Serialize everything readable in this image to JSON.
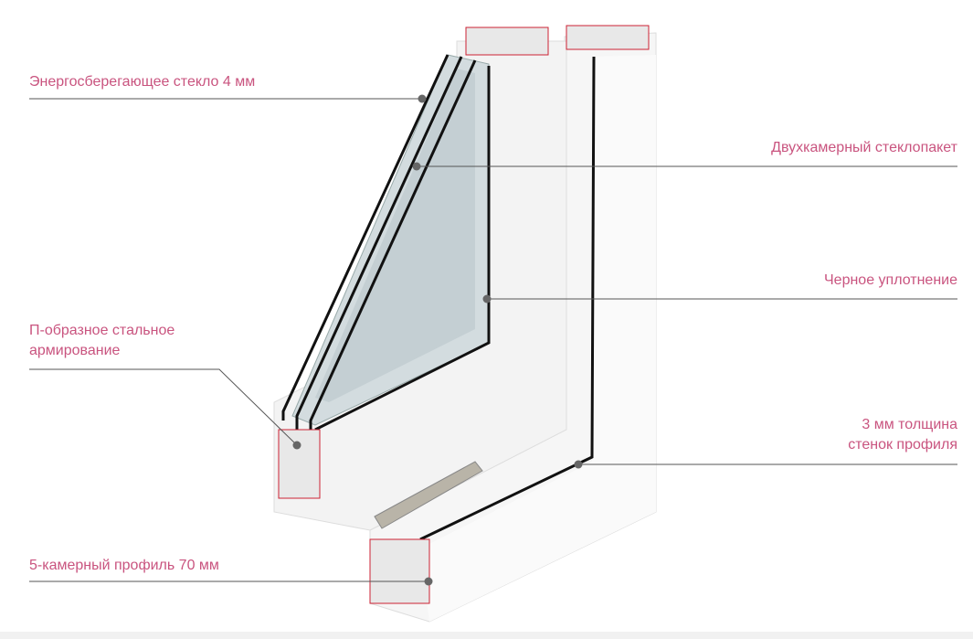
{
  "labels": {
    "glass": "Энергосберегающее стекло 4 мм",
    "double_chamber": "Двухкамерный стеклопакет",
    "black_seal": "Черное уплотнение",
    "steel_line1": "П-образное стальное",
    "steel_line2": "армирование",
    "wall_line1": "3 мм толщина",
    "wall_line2": "стенок профиля",
    "profile": "5-камерный профиль 70 мм"
  },
  "colors": {
    "label": "#c9547f",
    "line": "#555555",
    "seal": "#1a1a1a",
    "frame": "#f4f4f4",
    "glass": "#c9d3d6"
  }
}
